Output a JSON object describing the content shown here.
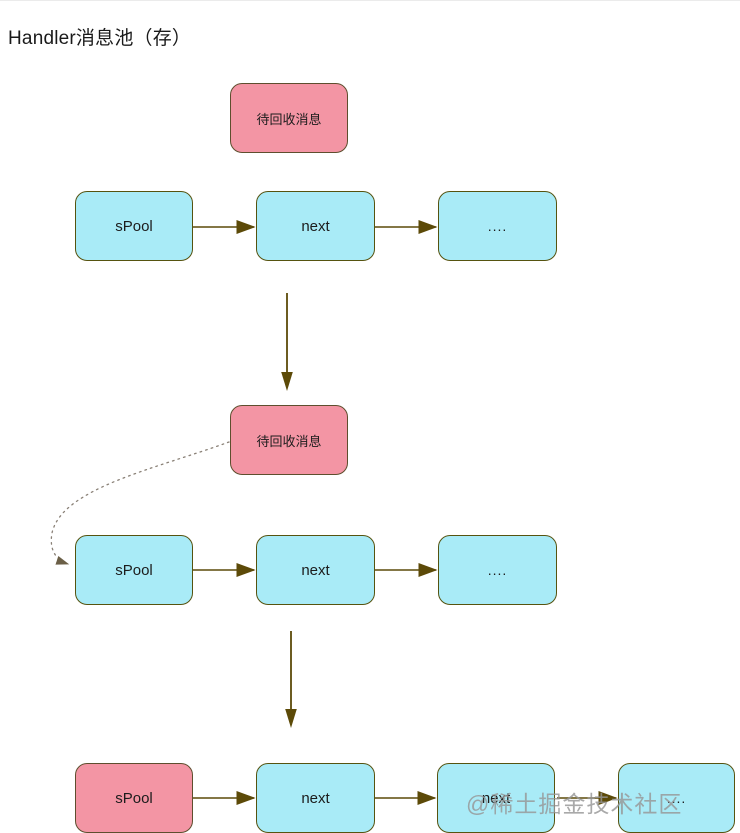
{
  "title": "Handler消息池（存）",
  "watermark": "@稀土掘金技术社区",
  "colors": {
    "pink_fill": "#F395A4",
    "cyan_fill": "#A9EBF7",
    "cyan_border": "#565310",
    "pink_border": "#5E4E2E",
    "arrow": "#5C4A08",
    "dotted_arrow": "#8A8177",
    "watermark_text": "#969696",
    "node_text": "#1C1C1C"
  },
  "sections": [
    {
      "name": "state-1",
      "pending": {
        "label": "待回收消息"
      },
      "chain": [
        {
          "label": "sPool"
        },
        {
          "label": "next"
        },
        {
          "label": "...."
        }
      ]
    },
    {
      "name": "state-2",
      "pending": {
        "label": "待回收消息"
      },
      "chain": [
        {
          "label": "sPool"
        },
        {
          "label": "next"
        },
        {
          "label": "...."
        }
      ]
    },
    {
      "name": "state-3",
      "chain": [
        {
          "label": "sPool"
        },
        {
          "label": "next"
        },
        {
          "label": "next"
        },
        {
          "label": "...."
        }
      ]
    }
  ]
}
